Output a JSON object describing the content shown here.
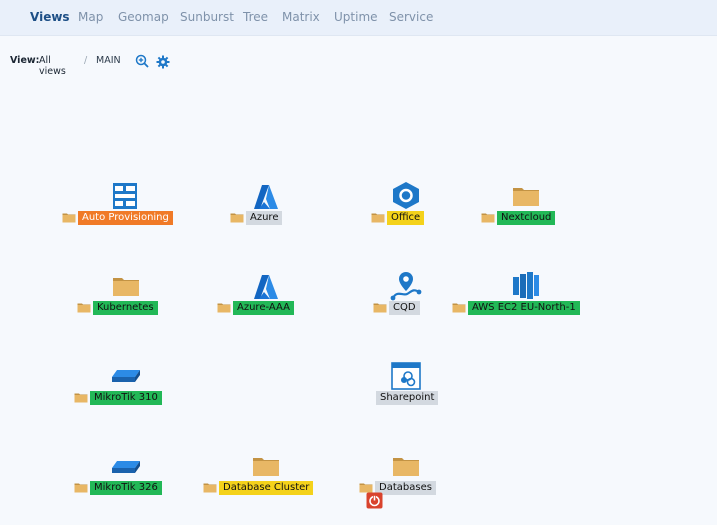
{
  "nav": {
    "tabs": [
      "Views",
      "Map",
      "Geomap",
      "Sunburst",
      "Tree",
      "Matrix",
      "Uptime",
      "Service"
    ],
    "active": "Views"
  },
  "breadcrumb": {
    "view_label": "View:",
    "all_views": "All views",
    "separator": "/",
    "current": "MAIN"
  },
  "colors": {
    "orange": "#f07a27",
    "gray": "#d3d9e0",
    "yellow": "#f4d21b",
    "green": "#22b857",
    "folder": "#e8b765",
    "accent_blue": "#1e78c8"
  },
  "nodes": [
    {
      "label": "Auto Provisioning",
      "status": "orange",
      "icon": "server-rack-icon"
    },
    {
      "label": "Azure",
      "status": "gray",
      "icon": "azure-logo-icon"
    },
    {
      "label": "Office",
      "status": "yellow",
      "icon": "office-logo-icon"
    },
    {
      "label": "Nextcloud",
      "status": "green",
      "icon": "folder-icon"
    },
    {
      "label": "Kubernetes",
      "status": "green",
      "icon": "folder-icon"
    },
    {
      "label": "Azure-AAA",
      "status": "green",
      "icon": "azure-logo-icon"
    },
    {
      "label": "CQD",
      "status": "gray",
      "icon": "location-route-icon"
    },
    {
      "label": "AWS EC2 EU-North-1",
      "status": "green",
      "icon": "aws-ec2-icon"
    },
    {
      "label": "MikroTik 310",
      "status": "green",
      "icon": "network-switch-icon"
    },
    {
      "label": "Sharepoint",
      "status": "gray",
      "icon": "sharepoint-icon"
    },
    {
      "label": "MikroTik 326",
      "status": "green",
      "icon": "network-switch-icon"
    },
    {
      "label": "Database Cluster",
      "status": "yellow",
      "icon": "folder-icon"
    },
    {
      "label": "Databases",
      "status": "gray",
      "icon": "folder-icon"
    }
  ]
}
